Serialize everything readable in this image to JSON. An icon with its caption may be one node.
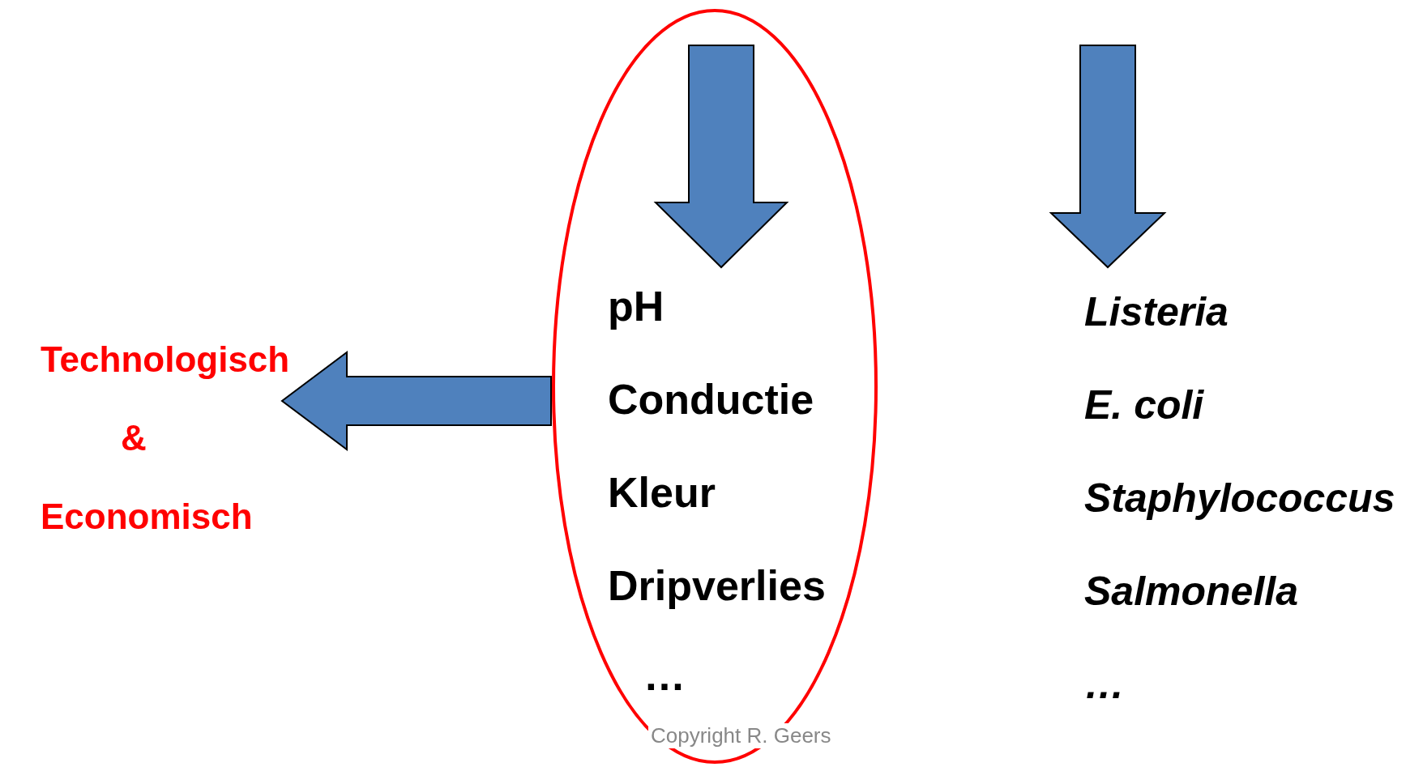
{
  "diagram": {
    "nodes": [
      {
        "text": [
          "Technologisch & Economisch"
        ]
      },
      {
        "text": [],
        "shape": "ellipse"
      },
      {
        "text": [
          "pH",
          "Conductie",
          "Kleur",
          "Dripverlies",
          "…"
        ],
        "in": 1
      },
      {
        "text": [
          "Listeria",
          "E. coli",
          "Staphylococcus",
          "Salmonella",
          "…"
        ]
      }
    ],
    "edges": [
      {
        "from": null,
        "to": 2,
        "arrow": "to"
      },
      {
        "from": 1,
        "to": 0,
        "arrow": "to"
      },
      {
        "from": null,
        "to": 3,
        "arrow": "to"
      }
    ],
    "labels": [
      "Copyright R. Geers"
    ]
  }
}
